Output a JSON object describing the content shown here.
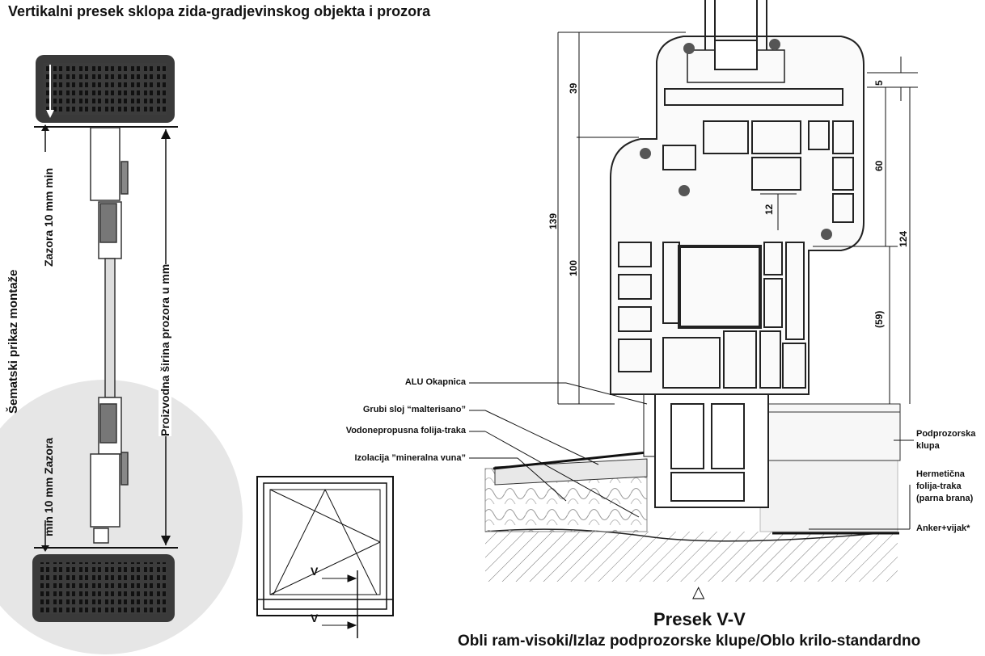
{
  "title": "Vertikalni presek sklopa zida-gradjevinskog objekta i prozora",
  "left_panel": {
    "side_label": "Šematski prikaz montaže",
    "gap_top": "Zazora  10 mm min",
    "gap_bottom": "min 10 mm  Zazora",
    "width_label": "Proizvodna širina prozora u mm"
  },
  "section_marker": "V",
  "dimensions": {
    "d39": "39",
    "d139": "139",
    "d100": "100",
    "d12": "12",
    "d5": "5",
    "d60": "60",
    "d124": "124",
    "d59": "(59)"
  },
  "labels_left": {
    "alu": "ALU Okapnica",
    "grubi": "Grubi sloj “malterisano”",
    "folija": "Vodonepropusna folija-traka",
    "izolacija": "Izolacija ”mineralna vuna”"
  },
  "labels_right": {
    "klupa_1": "Podprozorska",
    "klupa_2": "klupa",
    "herm_1": "Hermetična",
    "herm_2": "folija-traka",
    "herm_3": "(parna brana)",
    "anker": "Anker+vijak*"
  },
  "triangle": "△",
  "caption_main": "Presek V-V",
  "caption_sub": "Obli ram-visoki/Izlaz podprozorske klupe/Oblo krilo-standardno"
}
